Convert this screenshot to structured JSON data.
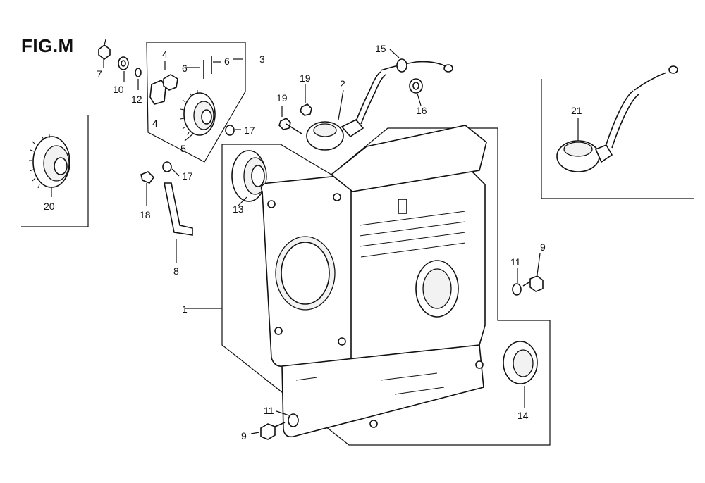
{
  "figure": {
    "title": "FIG.M"
  },
  "callouts": {
    "c1": "1",
    "c2": "2",
    "c3": "3",
    "c4a": "4",
    "c4b": "4",
    "c5": "5",
    "c6a": "6",
    "c6b": "6",
    "c7": "7",
    "c8": "8",
    "c9a": "9",
    "c9b": "9",
    "c10": "10",
    "c11a": "11",
    "c11b": "11",
    "c12": "12",
    "c13": "13",
    "c14": "14",
    "c15": "15",
    "c16": "16",
    "c17a": "17",
    "c17b": "17",
    "c18": "18",
    "c19a": "19",
    "c19b": "19",
    "c20": "20",
    "c21": "21"
  },
  "parts": {
    "crankcase": "1",
    "oil_level_switch": "2",
    "governor_assembly": "3",
    "oil_seal": "14",
    "bearing": "13",
    "balancer_gear": "20",
    "oil_alert_unit": "21"
  },
  "colors": {
    "line": "#111111",
    "background": "#ffffff"
  }
}
